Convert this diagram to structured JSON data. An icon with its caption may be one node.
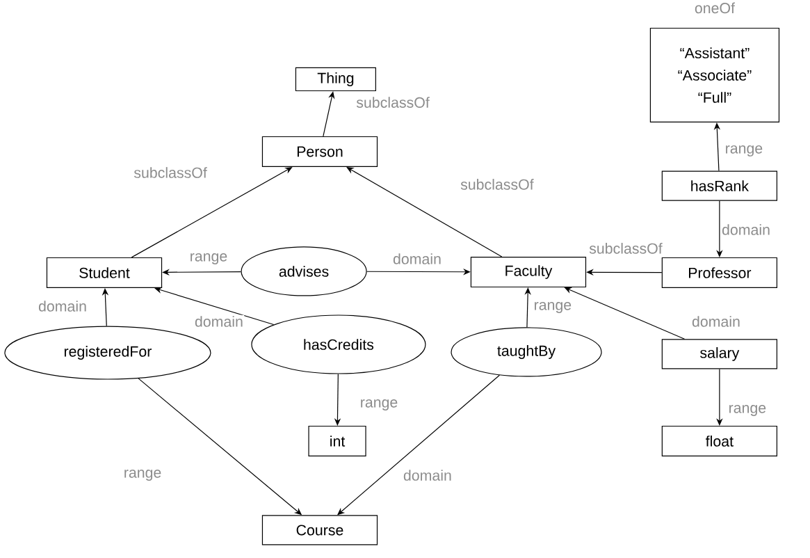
{
  "diagram": {
    "nodes": [
      {
        "text": [
          "Thing"
        ]
      },
      {
        "text": [
          "oneOf",
          "“Assistant” “Associate” “Full”"
        ]
      },
      {
        "text": [
          "Person"
        ]
      },
      {
        "text": [
          "hasRank"
        ]
      },
      {
        "text": [
          "Student"
        ]
      },
      {
        "text": [
          "advises"
        ]
      },
      {
        "text": [
          "Faculty"
        ]
      },
      {
        "text": [
          "Professor"
        ]
      },
      {
        "text": [
          "registeredFor"
        ]
      },
      {
        "text": [
          "hasCredits"
        ]
      },
      {
        "text": [
          "taughtBy"
        ]
      },
      {
        "text": [
          "salary"
        ]
      },
      {
        "text": [
          "int"
        ]
      },
      {
        "text": [
          "float"
        ]
      },
      {
        "text": [
          "Course"
        ]
      }
    ],
    "edges": [
      {
        "from": 2,
        "to": 0,
        "arrow": "to",
        "label": "subclassOf"
      },
      {
        "from": 4,
        "to": 2,
        "arrow": "to",
        "label": "subclassOf"
      },
      {
        "from": 6,
        "to": 2,
        "arrow": "to",
        "label": "subclassOf"
      },
      {
        "from": 3,
        "to": 1,
        "arrow": "to",
        "label": "range"
      },
      {
        "from": 3,
        "to": 7,
        "arrow": "to",
        "label": "domain"
      },
      {
        "from": 5,
        "to": 4,
        "arrow": "to",
        "label": "range"
      },
      {
        "from": 5,
        "to": 6,
        "arrow": "to",
        "label": "domain"
      },
      {
        "from": 7,
        "to": 6,
        "arrow": "to",
        "label": "subclassOf"
      },
      {
        "from": 11,
        "to": 6,
        "arrow": "to",
        "label": "domain"
      },
      {
        "from": 8,
        "to": 4,
        "arrow": "to",
        "label": "domain"
      },
      {
        "from": 9,
        "to": 4,
        "arrow": "to",
        "label": "domain"
      },
      {
        "from": 10,
        "to": 6,
        "arrow": "to",
        "label": "range"
      },
      {
        "from": 9,
        "to": 12,
        "arrow": "to",
        "label": "range"
      },
      {
        "from": 11,
        "to": 13,
        "arrow": "to",
        "label": "range"
      },
      {
        "from": 8,
        "to": 14,
        "arrow": "to",
        "label": "range"
      },
      {
        "from": 10,
        "to": 14,
        "arrow": "to",
        "label": "domain"
      }
    ]
  }
}
